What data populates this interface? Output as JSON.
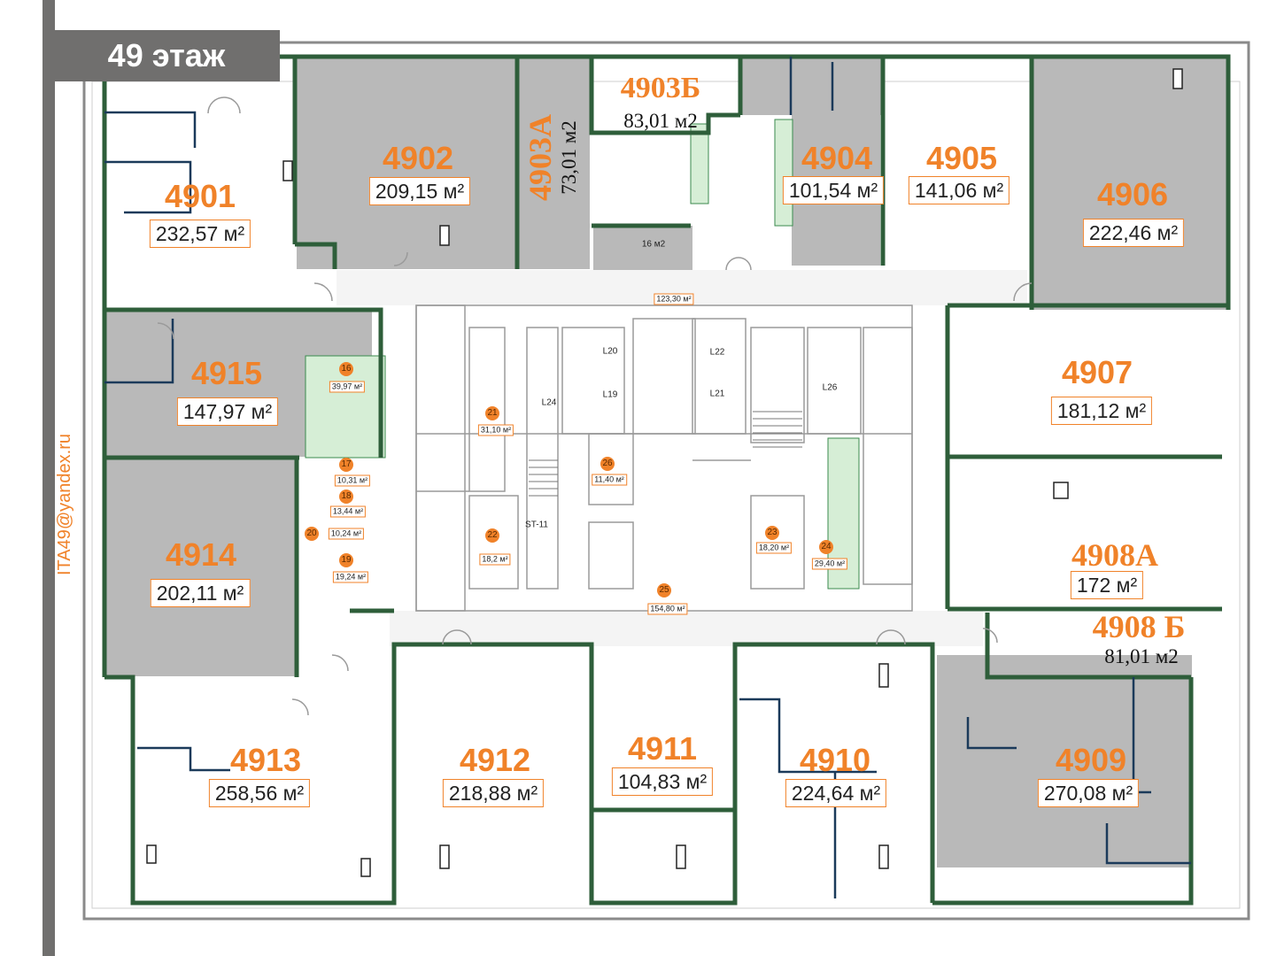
{
  "floor_label": "49 этаж",
  "contact_email": "ITA49@yandex.ru",
  "colors": {
    "wall": "#2e5e3a",
    "accent": "#f08229",
    "office_gray": "#b9b9b9",
    "badge": "#706f6e"
  },
  "units": [
    {
      "id": "4901",
      "area": "232,57 м²"
    },
    {
      "id": "4902",
      "area": "209,15 м²"
    },
    {
      "id": "4903А",
      "area": "73,01 м2"
    },
    {
      "id": "4903Б",
      "area": "83,01 м2"
    },
    {
      "id": "4904",
      "area": "101,54 м²"
    },
    {
      "id": "4905",
      "area": "141,06 м²"
    },
    {
      "id": "4906",
      "area": "222,46 м²"
    },
    {
      "id": "4907",
      "area": "181,12 м²"
    },
    {
      "id": "4908А",
      "area": "172  м²"
    },
    {
      "id": "4908 Б",
      "area": "81,01 м2"
    },
    {
      "id": "4909",
      "area": "270,08 м²"
    },
    {
      "id": "4910",
      "area": "224,64 м²"
    },
    {
      "id": "4911",
      "area": "104,83 м²"
    },
    {
      "id": "4912",
      "area": "218,88 м²"
    },
    {
      "id": "4913",
      "area": "258,56 м²"
    },
    {
      "id": "4914",
      "area": "202,11 м²"
    },
    {
      "id": "4915",
      "area": "147,97 м²"
    }
  ],
  "core_rooms": [
    {
      "num": "16",
      "area": "39,97 м²"
    },
    {
      "num": "17",
      "area": "10,31 м²"
    },
    {
      "num": "18",
      "area": "13,44 м²"
    },
    {
      "num": "19",
      "area": "19,24 м²"
    },
    {
      "num": "20",
      "area": "10,24 м²"
    },
    {
      "num": "21",
      "area": "31,10 м²"
    },
    {
      "num": "22",
      "area": "18,2 м²"
    },
    {
      "num": "23",
      "area": "18,20 м²"
    },
    {
      "num": "24",
      "area": "29,40 м²"
    },
    {
      "num": "25",
      "area": "154,80 м²"
    },
    {
      "num": "26",
      "area": "11,40 м²"
    }
  ],
  "misc_labels": {
    "room_16m2": "16 м2",
    "corridor_area": "123,30 м²",
    "l24": "L24",
    "l22": "L22",
    "l21": "L21",
    "l26": "L26",
    "l20": "L20",
    "l19": "L19",
    "st11": "ST-11"
  }
}
